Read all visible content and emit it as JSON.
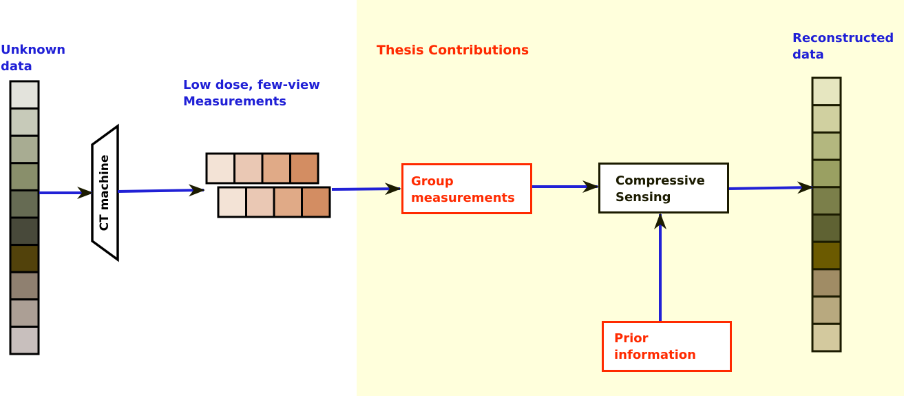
{
  "labels": {
    "unknown_data": "Unknown\n data",
    "measurements": "Low dose, few-view\nMeasurements",
    "thesis": "Thesis Contributions",
    "reconstructed": "Reconstructed\ndata"
  },
  "ct_machine": {
    "label": "CT machine"
  },
  "boxes": {
    "group": "Group\nmeasurements",
    "cs": "Compressive\nSensing",
    "prior": "Prior\ninformation"
  },
  "colors": {
    "blue_text": "#1f1fd6",
    "red_text": "#ff2a00",
    "arrow": "#2121d6",
    "arrowhead": "#1b1b00",
    "highlight_region": "#ffffdc"
  },
  "unknown_cells": [
    "#e3e3dc",
    "#c7cab9",
    "#a8ac92",
    "#898f6b",
    "#666b53",
    "#48493a",
    "#52420b",
    "#8f8070",
    "#ac9f95",
    "#c8bfbd"
  ],
  "measure_row1": [
    "#f3e3d6",
    "#eac8b4",
    "#e0aa87",
    "#d38d62"
  ],
  "measure_row2": [
    "#f3e3d6",
    "#eac8b4",
    "#e0aa87",
    "#d38d62"
  ],
  "recon_cells": [
    "#e6e6c0",
    "#d0d0a0",
    "#b3b77f",
    "#9aa062",
    "#7b7f4a",
    "#5f6233",
    "#6b5a00",
    "#a08c65",
    "#b8a97f",
    "#d3c99e"
  ]
}
